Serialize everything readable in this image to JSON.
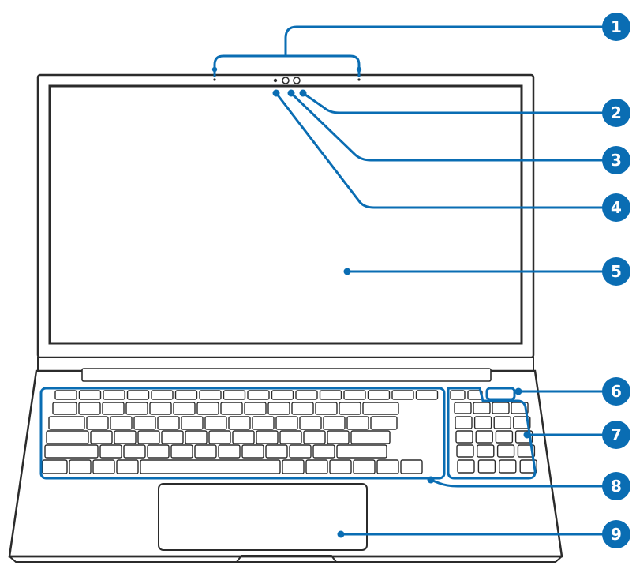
{
  "figure": {
    "subject": "laptop-front-view",
    "accent_color": "#0a6db3",
    "outline_color": "#2b2b2b"
  },
  "callouts": [
    {
      "number": "1",
      "part": "microphone"
    },
    {
      "number": "2",
      "part": "camera-status-lamp"
    },
    {
      "number": "3",
      "part": "camera"
    },
    {
      "number": "4",
      "part": "illuminance-sensor"
    },
    {
      "number": "5",
      "part": "screen"
    },
    {
      "number": "6",
      "part": "power-button"
    },
    {
      "number": "7",
      "part": "numeric-keypad"
    },
    {
      "number": "8",
      "part": "keyboard"
    },
    {
      "number": "9",
      "part": "touchpad"
    }
  ]
}
